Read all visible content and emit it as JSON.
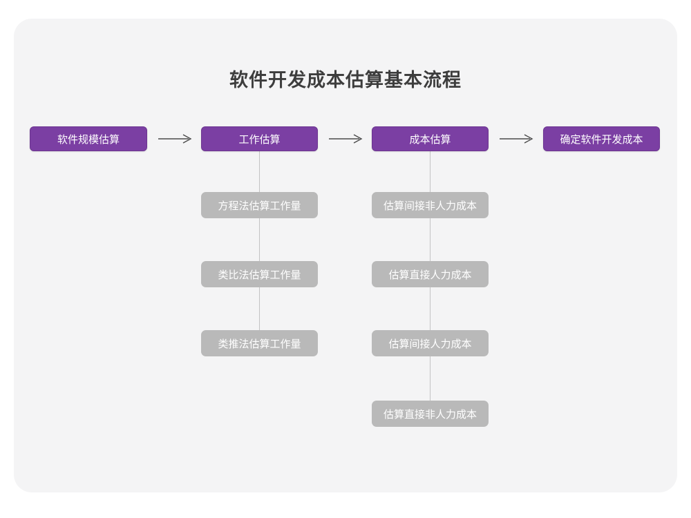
{
  "diagram": {
    "title": "软件开发成本估算基本流程",
    "type": "flowchart",
    "colors": {
      "page_background": "#ffffff",
      "card_background": "#f4f4f5",
      "primary_node": "#7b3fa3",
      "secondary_node": "#b9b9b9",
      "node_text": "#ffffff",
      "title_text": "#3d3d3d",
      "connector_line": "#c3c3c3",
      "arrow": "#4a4a4a"
    },
    "main_flow": [
      {
        "id": "step1",
        "label": "软件规模估算"
      },
      {
        "id": "step2",
        "label": "工作估算"
      },
      {
        "id": "step3",
        "label": "成本估算"
      },
      {
        "id": "step4",
        "label": "确定软件开发成本"
      }
    ],
    "arrows": [
      {
        "id": "arrow1",
        "glyph": "right-arrow-icon",
        "between": "软件规模估算 → 工作估算"
      },
      {
        "id": "arrow2",
        "glyph": "right-arrow-icon",
        "between": "工作估算 → 成本估算"
      },
      {
        "id": "arrow3",
        "glyph": "right-arrow-icon",
        "between": "成本估算 → 确定软件开发成本"
      }
    ],
    "branches": [
      {
        "parent": "工作估算",
        "items": [
          {
            "label": "方程法估算工作量"
          },
          {
            "label": "类比法估算工作量"
          },
          {
            "label": "类推法估算工作量"
          }
        ]
      },
      {
        "parent": "成本估算",
        "items": [
          {
            "label": "估算间接非人力成本"
          },
          {
            "label": "估算直接人力成本"
          },
          {
            "label": "估算间接人力成本"
          },
          {
            "label": "估算直接非人力成本"
          }
        ]
      }
    ]
  }
}
